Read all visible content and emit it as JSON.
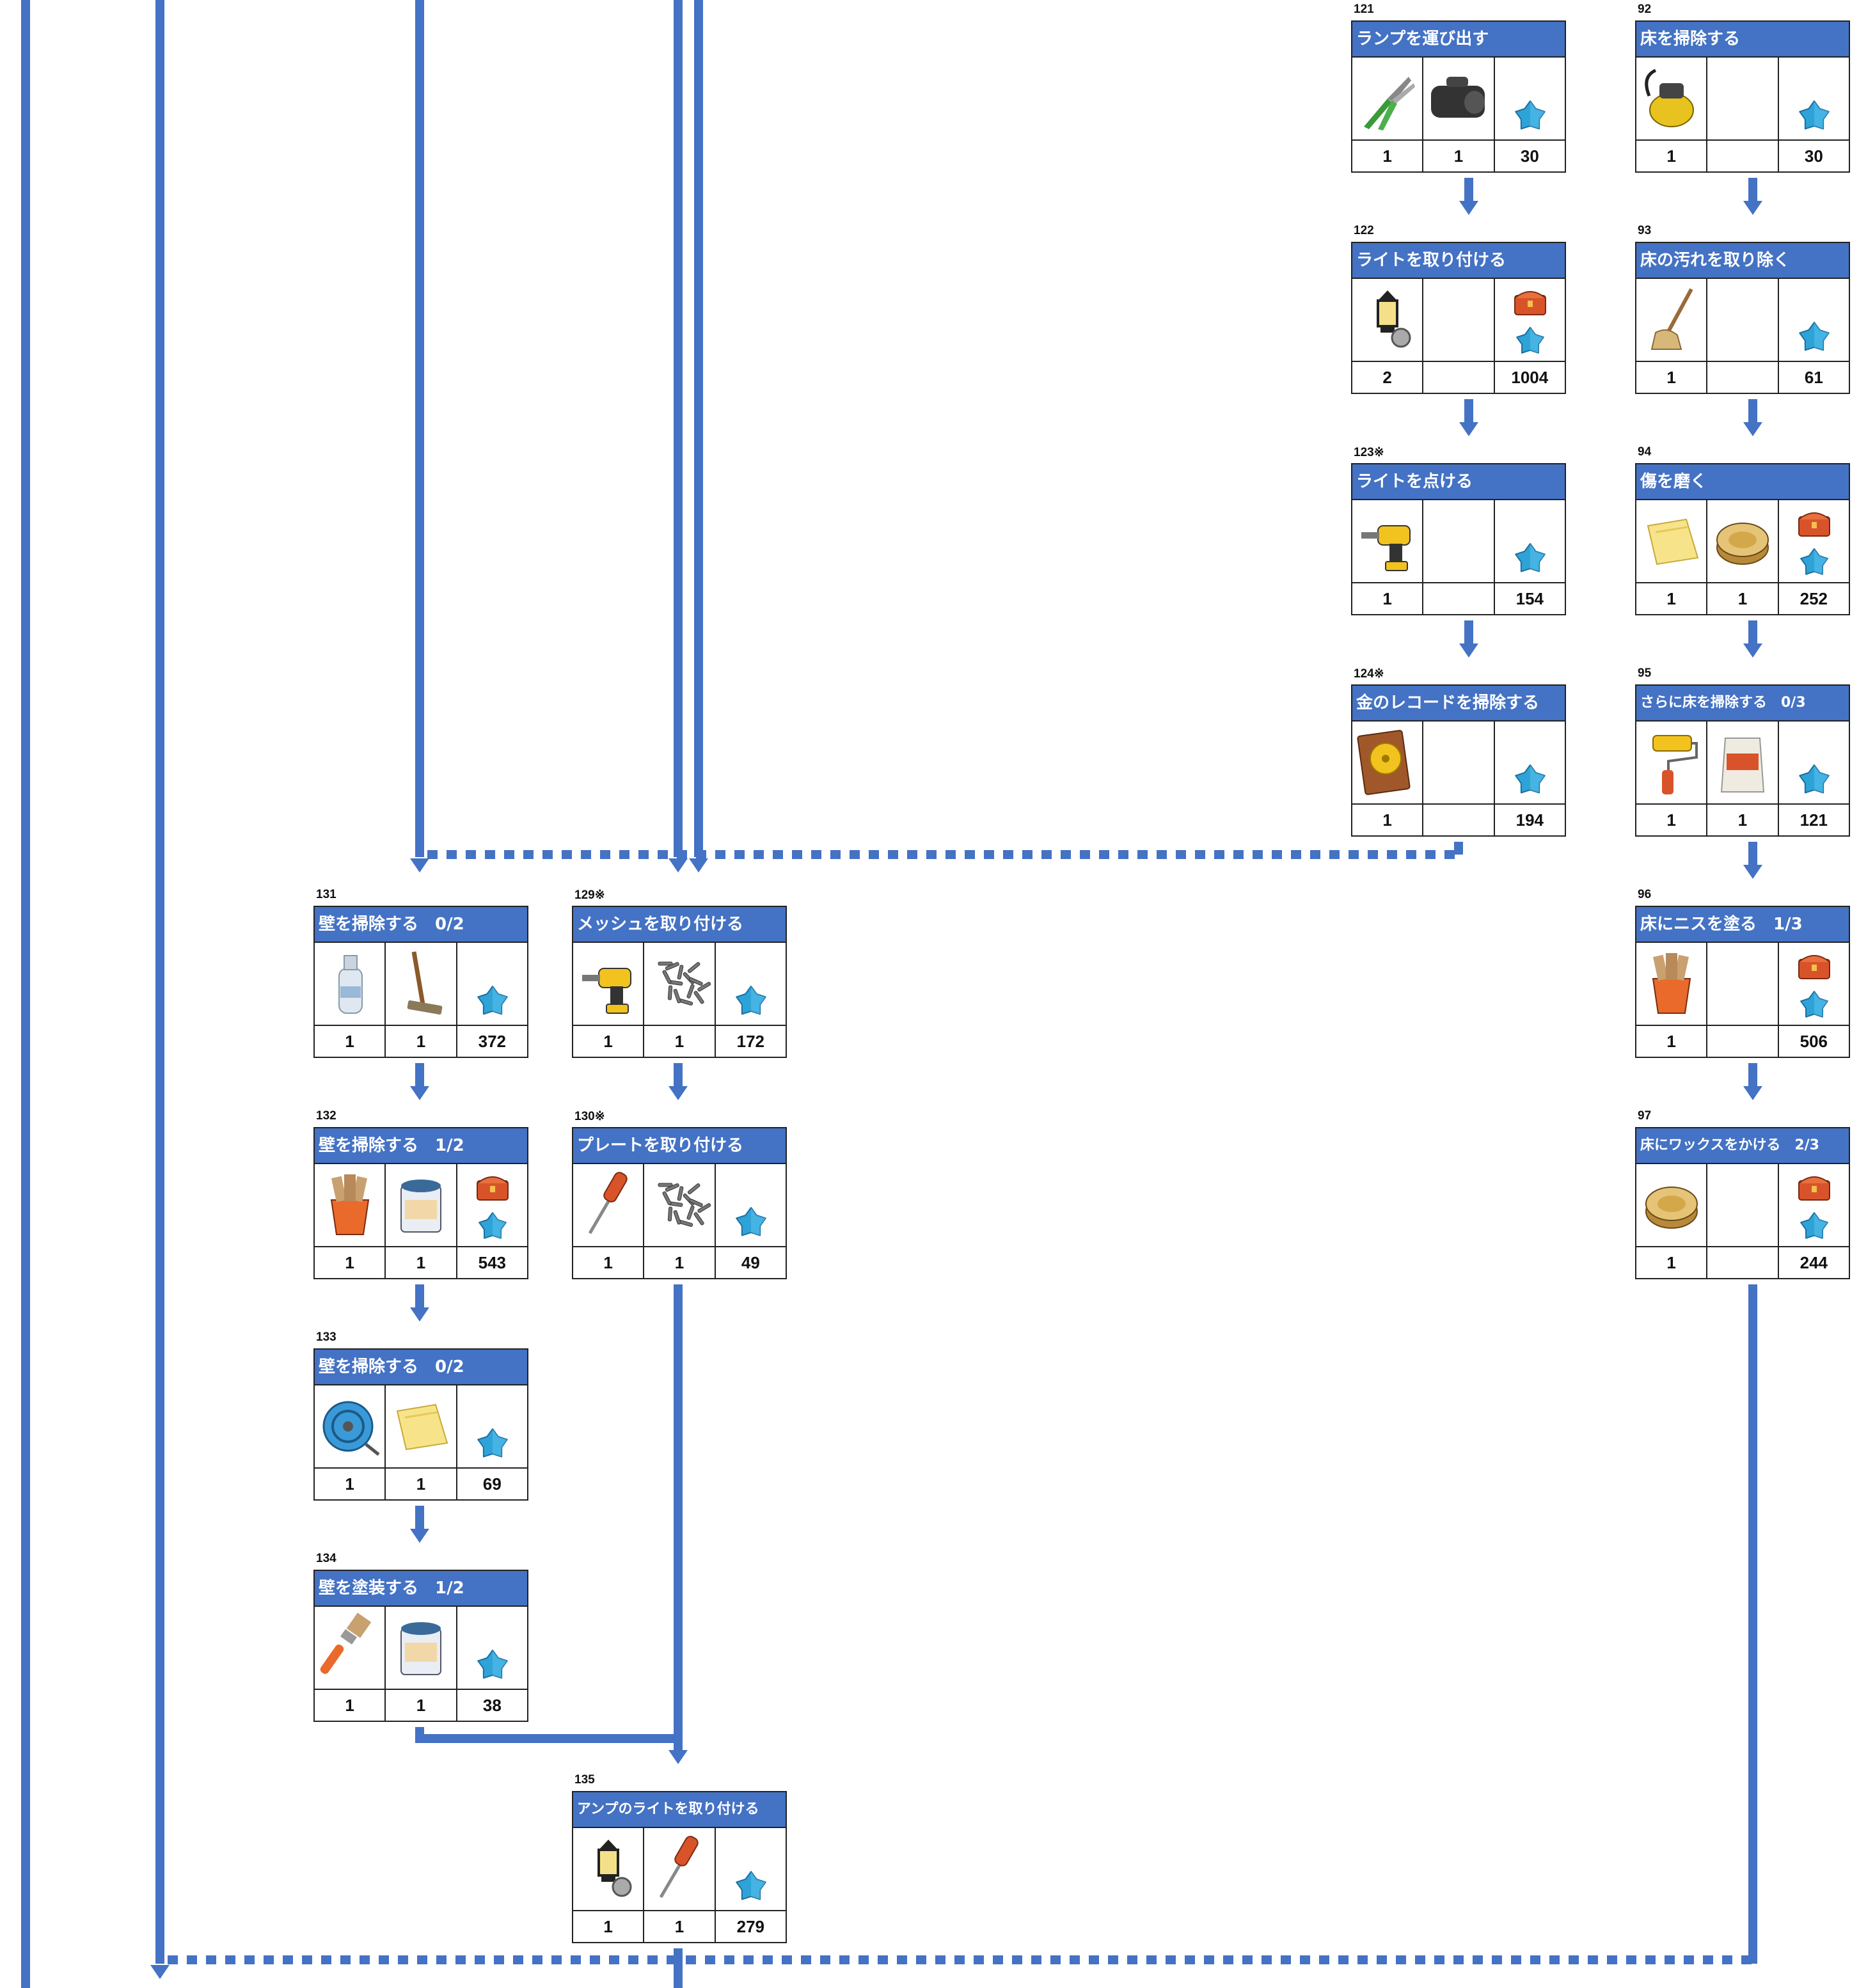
{
  "colors": {
    "accent": "#4472c4",
    "gem": "#2ea3d8",
    "chest": "#d9532a"
  },
  "tasks": [
    {
      "id": "t121",
      "num": "121",
      "title": "ランプを運び出す",
      "items": [
        "pliers-icon",
        "camera-bag-icon",
        "gem-icon"
      ],
      "counts": [
        "1",
        "1",
        "30"
      ]
    },
    {
      "id": "t92",
      "num": "92",
      "title": "床を掃除する",
      "items": [
        "vacuum-icon",
        "",
        "gem-icon"
      ],
      "counts": [
        "1",
        "",
        "30"
      ]
    },
    {
      "id": "t122",
      "num": "122",
      "title": "ライトを取り付ける",
      "items": [
        "lantern-icon",
        "",
        "chest-gem-icon"
      ],
      "counts": [
        "2",
        "",
        "1004"
      ]
    },
    {
      "id": "t93",
      "num": "93",
      "title": "床の汚れを取り除く",
      "items": [
        "mop-icon",
        "",
        "gem-icon"
      ],
      "counts": [
        "1",
        "",
        "61"
      ]
    },
    {
      "id": "t123",
      "num": "123※",
      "title": "ライトを点ける",
      "items": [
        "drill-icon",
        "",
        "gem-icon"
      ],
      "counts": [
        "1",
        "",
        "154"
      ]
    },
    {
      "id": "t94",
      "num": "94",
      "title": "傷を磨く",
      "items": [
        "cloth-icon",
        "wax-tin-icon",
        "chest-gem-icon"
      ],
      "counts": [
        "1",
        "1",
        "252"
      ]
    },
    {
      "id": "t124",
      "num": "124※",
      "title": "金のレコードを掃除する",
      "items": [
        "gold-record-icon",
        "",
        "gem-icon"
      ],
      "counts": [
        "1",
        "",
        "194"
      ]
    },
    {
      "id": "t95",
      "num": "95",
      "title": "さらに床を掃除する　0/3",
      "items": [
        "paint-roller-icon",
        "powder-bag-icon",
        "gem-icon"
      ],
      "counts": [
        "1",
        "1",
        "121"
      ]
    },
    {
      "id": "t131",
      "num": "131",
      "title": "壁を掃除する　0/2",
      "items": [
        "spray-bottle-icon",
        "scraper-icon",
        "gem-icon"
      ],
      "counts": [
        "1",
        "1",
        "372"
      ]
    },
    {
      "id": "t129",
      "num": "129※",
      "title": "メッシュを取り付ける",
      "items": [
        "drill-icon",
        "screws-icon",
        "gem-icon"
      ],
      "counts": [
        "1",
        "1",
        "172"
      ]
    },
    {
      "id": "t96",
      "num": "96",
      "title": "床にニスを塗る　1/3",
      "items": [
        "brush-bucket-icon",
        "",
        "chest-gem-icon"
      ],
      "counts": [
        "1",
        "",
        "506"
      ]
    },
    {
      "id": "t132",
      "num": "132",
      "title": "壁を掃除する　1/2",
      "items": [
        "brush-bucket-icon",
        "paint-can-icon",
        "chest-gem-icon"
      ],
      "counts": [
        "1",
        "1",
        "543"
      ]
    },
    {
      "id": "t130",
      "num": "130※",
      "title": "プレートを取り付ける",
      "items": [
        "screwdriver-icon",
        "screws-icon",
        "gem-icon"
      ],
      "counts": [
        "1",
        "1",
        "49"
      ]
    },
    {
      "id": "t97",
      "num": "97",
      "title": "床にワックスをかける　2/3",
      "items": [
        "wax-tin-icon",
        "",
        "chest-gem-icon"
      ],
      "counts": [
        "1",
        "",
        "244"
      ]
    },
    {
      "id": "t133",
      "num": "133",
      "title": "壁を掃除する　0/2",
      "items": [
        "hose-reel-icon",
        "cloth-icon",
        "gem-icon"
      ],
      "counts": [
        "1",
        "1",
        "69"
      ]
    },
    {
      "id": "t134",
      "num": "134",
      "title": "壁を塗装する　1/2",
      "items": [
        "paintbrush-icon",
        "paint-can-icon",
        "gem-icon"
      ],
      "counts": [
        "1",
        "1",
        "38"
      ]
    },
    {
      "id": "t135",
      "num": "135",
      "title": "アンプのライトを取り付ける",
      "items": [
        "lantern-icon",
        "screwdriver-icon",
        "gem-icon"
      ],
      "counts": [
        "1",
        "1",
        "279"
      ]
    }
  ]
}
